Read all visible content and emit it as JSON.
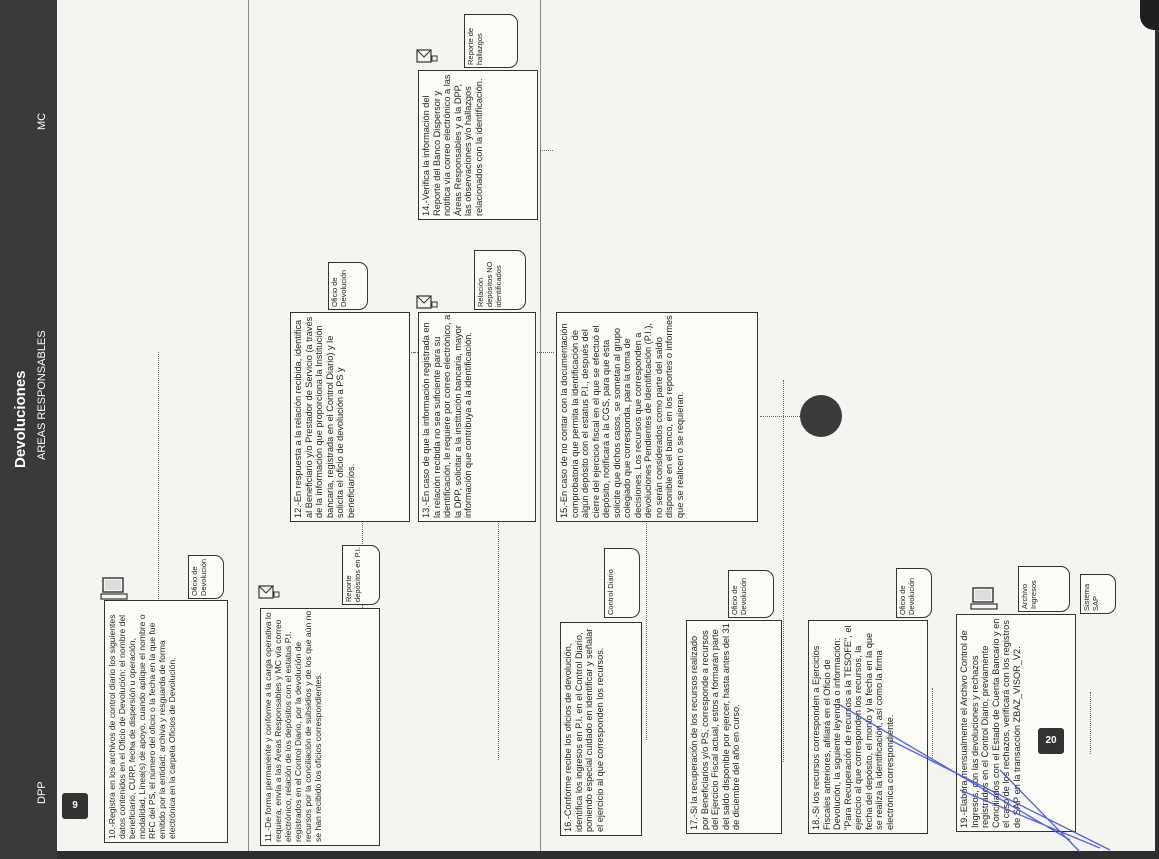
{
  "title": "Devoluciones",
  "lanes": {
    "dpp": "DPP",
    "areas": "AREAS RESPONSABLES",
    "mc": "MC"
  },
  "markers": {
    "start": "9",
    "end": "20"
  },
  "steps": {
    "s10": "10.-Registra en los archivos de control diario los siguientes datos contenidos en el Oficio de Devolución: el nombre del beneficiario, CURP, fecha de dispersión u operación, modalidad, Línea(s) de apoyo, cuando aplique el nombre o RFC del PS, el número del oficio o la fecha en la que fue emitido por la entidad; archiva y resguarda de forma electrónica en la carpeta Oficios de Devolución.",
    "s11": "11.-De forma permanente y conforme a la carga operativa lo requiera, envía a las Áreas Responsables y MC vía correo electrónico, relación de los depósitos con el estatus P.I. registrados en el Control Diario, por la devolución de recursos por la conciliación de subsidios y de los que aún no se han recibido los oficios correspondientes.",
    "s12": "12.-En respuesta a la relación recibida, identifica al Beneficiario y/o Prestador de Servicio (a través de la información que proporciona la Institución bancaria, registrada en el Control Diario) y le solicita el oficio de devolución a PS y beneficiarios.",
    "s13": "13.-En caso de que la información registrada en la relación recibida no sea suficiente para su identificación, le requiere por correo electrónico, a la DPP, solicitar a la institución bancaria, mayor información que contribuya a la identificación.",
    "s14": "14.-Verifica la información del Reporte del Banco Dispersor y notifica vía correo electrónico a las Áreas Responsables y a la DPP, las observaciones y/o hallazgos relacionados con la identificación.",
    "s15": "15.-En caso de no contar con la documentación comprobatoria que permita la identificación de algún depósito con el estatus P.I., después del cierre del ejercicio fiscal en el que se efectuó el depósito, notificará a la CGS, para que ésta solicite que dichos casos, se sometan al grupo colegiado que corresponda, para la toma de decisiones. Los recursos que corresponden a devoluciones Pendientes de Identificación (P.I.), no serán considerados como parte del saldo disponible en el banco, en los reportes o informes que se realicen o se requieran.",
    "s16": "16.-Conforme recibe los oficios de devolución, identifica los ingresos en P.I. en el Control Diario, poniendo especial cuidado en identificar y señalar el ejercicio al que corresponden los recursos.",
    "s17": "17.-Si la recuperación de los recursos realizado por Beneficiarios y/o PS, corresponde a recursos del Ejercicio Fiscal actual, estos a formarán parte del saldo disponible por ejercer, hasta antes del 31 de diciembre del año en curso.",
    "s18": "18.-Si los recursos corresponden a Ejercicios Fiscales anteriores, afiliará en el Oficio de Devolución, la siguiente leyenda o información: \"Para Recuperación de recursos a la TESOFE\", el ejercicio al que corresponden los recursos, la fecha del depósito, el monto y la fecha en la que se realiza la identificación, así como la firma electrónica correspondiente.",
    "s19": "19.-Elabora mensualmente el Archivo Control de Ingresos, con las devoluciones y rechazos registrados en el Control Diario, previamente Conciliados con el Estado de Cuenta Bancario y en el caso de los rechazos, verificará con los registros de SAP en la transacción ZBAZ_VISOR_V2."
  },
  "documents": {
    "d10": "Oficio de Devolución",
    "d11": "Reporte depósitos en P.I.",
    "d12": "Oficio de Devolución",
    "d13": "Relación depósitos NO identificados",
    "d14": "Reporte de hallazgos",
    "d16": "Control Diario",
    "d17": "Oficio de Devolución",
    "d18": "Oficio de Devolución",
    "d19a": "Archivo Ingresos",
    "d19b": "Sistema SAP"
  },
  "icons": [
    "computer-icon",
    "mail-icon",
    "connector-circle",
    "page-marker"
  ],
  "colors": {
    "band": "#3a3a3a",
    "ink": "#222222",
    "scribble": "#3a4fd0"
  }
}
